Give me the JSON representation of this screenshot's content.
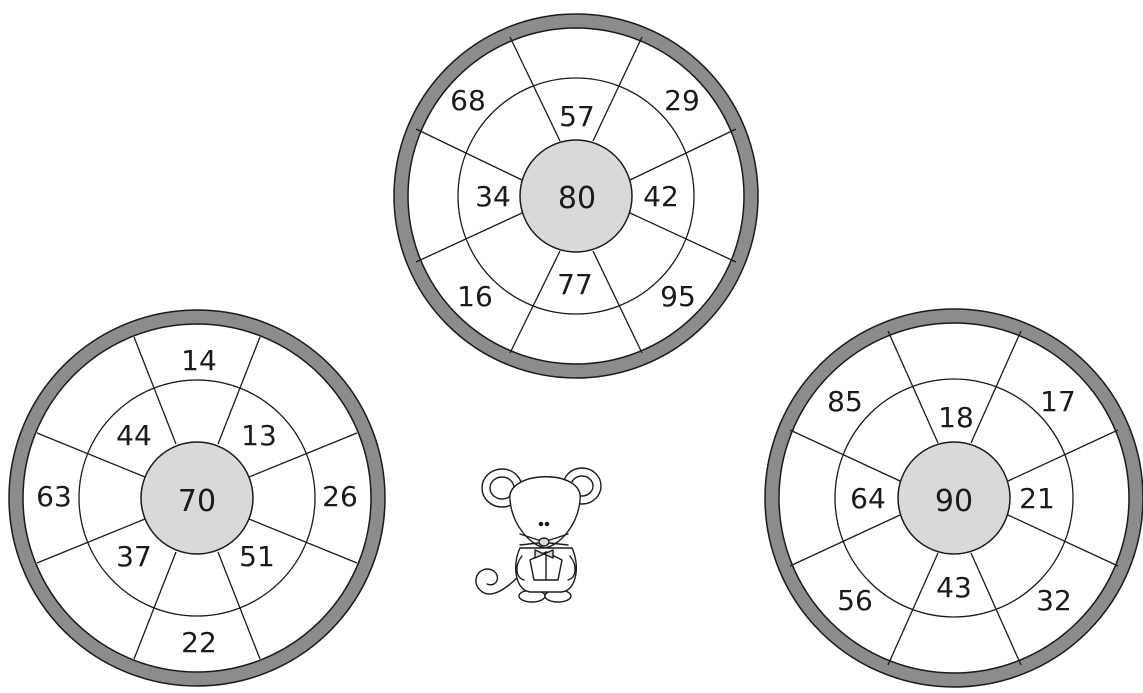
{
  "colors": {
    "outer_band": "#8c8c8c",
    "hub_fill": "#d9d9d9",
    "line": "#1a1a1a",
    "background": "#ffffff"
  },
  "wheels": [
    {
      "id": "wheel-80",
      "center": "80",
      "inner": [
        "57",
        "42",
        "77",
        "34"
      ],
      "outer": [
        "68",
        "29",
        "95",
        "16"
      ]
    },
    {
      "id": "wheel-70",
      "center": "70",
      "inner": [
        "44",
        "13",
        "51",
        "37"
      ],
      "outer": [
        "14",
        "26",
        "22",
        "63"
      ]
    },
    {
      "id": "wheel-90",
      "center": "90",
      "inner": [
        "18",
        "21",
        "43",
        "64"
      ],
      "outer": [
        "85",
        "17",
        "32",
        "56"
      ]
    }
  ],
  "decoration": {
    "mascot": "mouse-illustration"
  }
}
